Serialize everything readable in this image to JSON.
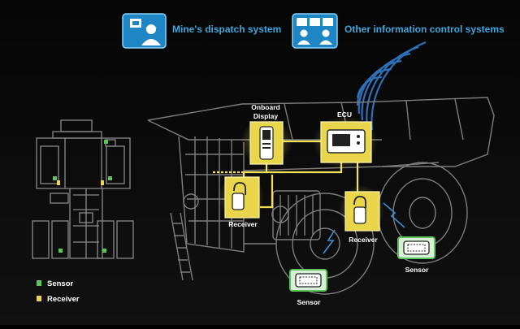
{
  "header": {
    "dispatch_label": "Mine's dispatch system",
    "dispatch_icon": "dispatcher-headset-icon",
    "other_label": "Other information control systems",
    "other_icon": "control-room-monitors-icon"
  },
  "components": {
    "onboard_display_label_1": "Onboard",
    "onboard_display_label_2": "Display",
    "ecu_label": "ECU",
    "receiver_left_label": "Receiver",
    "receiver_right_label": "Receiver",
    "sensor_front_label": "Sensor",
    "sensor_rear_label": "Sensor"
  },
  "legend": {
    "sensor_label": "Sensor",
    "receiver_label": "Receiver"
  },
  "colors": {
    "background": "#000000",
    "header_text": "#3aa8e0",
    "icon_blue": "#1f86c6",
    "receiver_yellow": "#e9d64a",
    "sensor_green": "#5cc65c",
    "wire_yellow": "#f0e05a",
    "truck_line": "#7d7d7d",
    "signal_blue": "#3a8fd6"
  }
}
